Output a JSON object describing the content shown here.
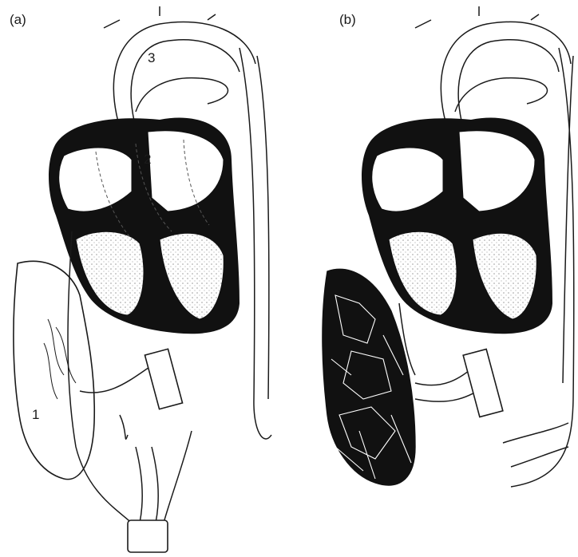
{
  "panels": [
    {
      "label": "(a)"
    },
    {
      "label": "(b)"
    }
  ],
  "annotations": [
    {
      "text": "1"
    },
    {
      "text": "2"
    },
    {
      "text": "3"
    }
  ]
}
